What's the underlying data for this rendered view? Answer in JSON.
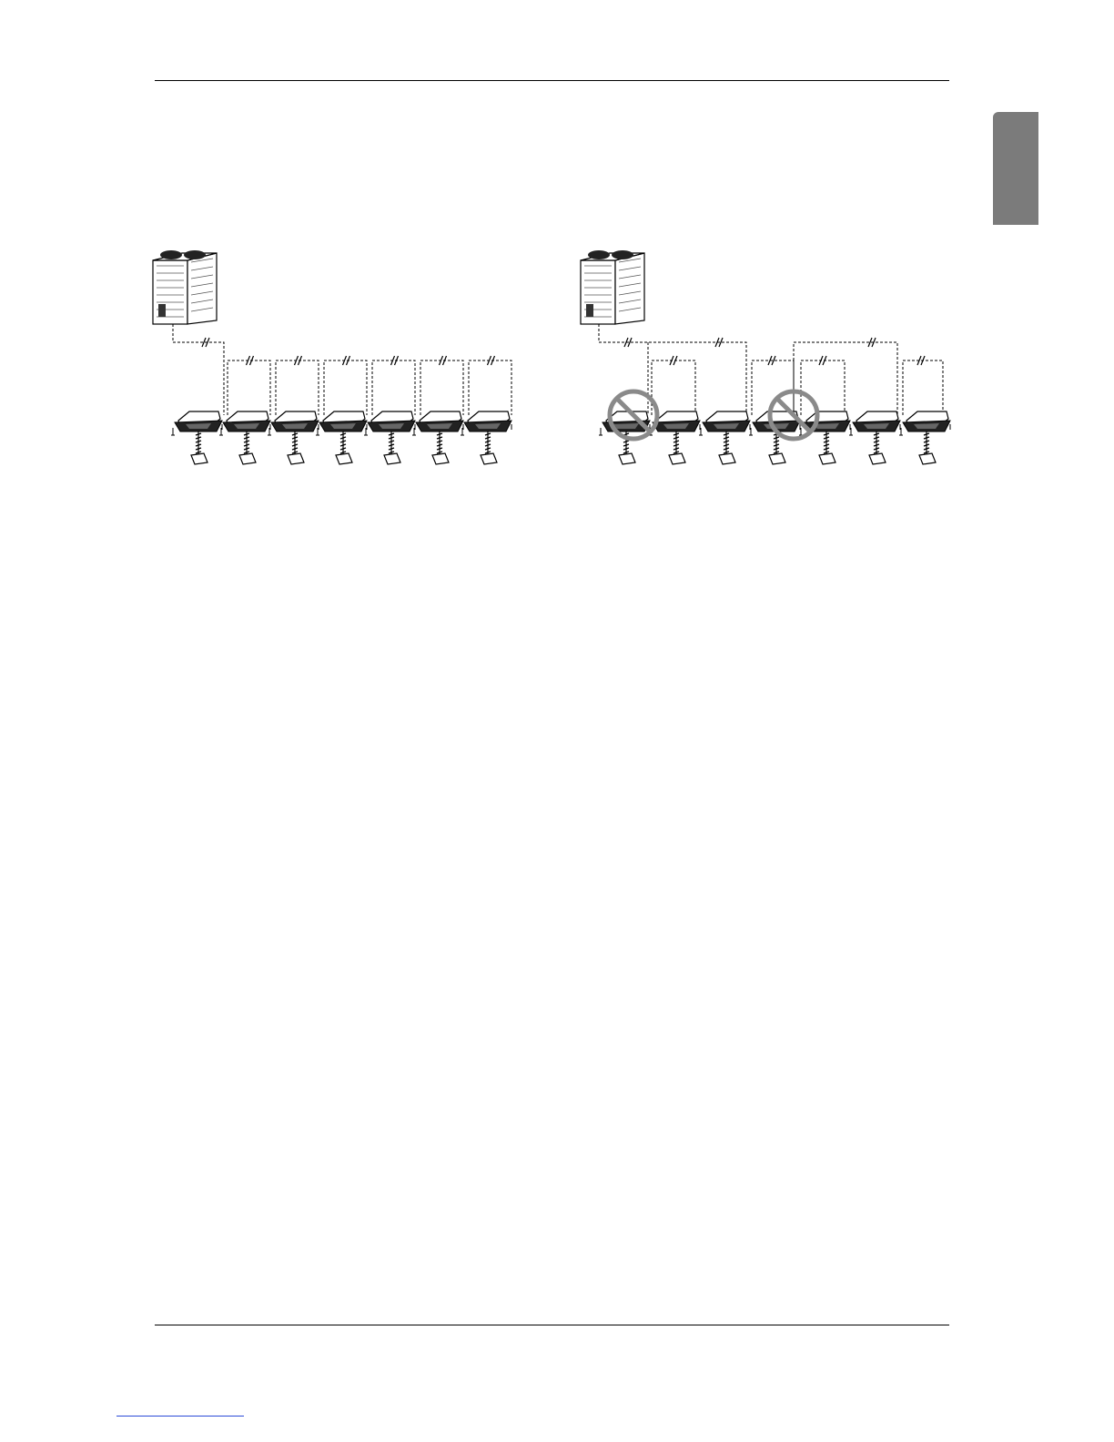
{
  "page": {
    "header_rule": true,
    "footer_rule": true
  },
  "tab": {
    "color": "#7b7b7b"
  },
  "diagrams": [
    {
      "id": "correct-wiring",
      "outdoor_unit_icon": "outdoor-unit-icon",
      "indoor_unit_count": 7,
      "wiring": "daisy-chain",
      "prohibited_marks": []
    },
    {
      "id": "incorrect-wiring",
      "outdoor_unit_icon": "outdoor-unit-icon",
      "indoor_unit_count": 7,
      "wiring": "branched",
      "prohibited_marks": [
        1,
        4
      ]
    }
  ],
  "colors": {
    "line": "#000000",
    "prohibited": "#8a8a8a",
    "link": "#2b4bd8"
  }
}
